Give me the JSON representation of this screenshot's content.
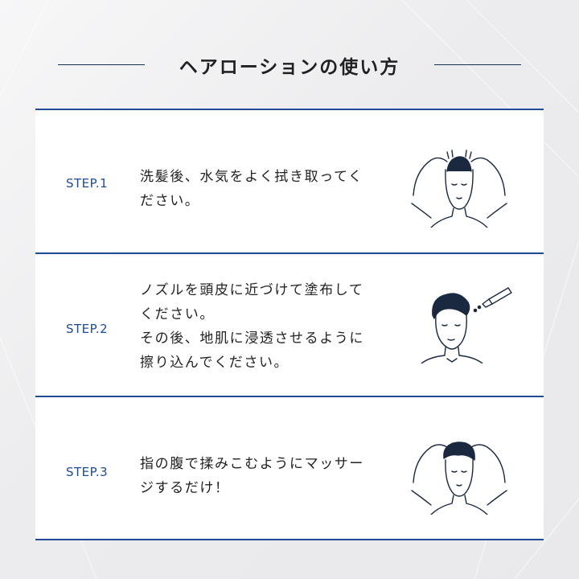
{
  "title": "ヘアローションの使い方",
  "colors": {
    "accent": "#1e4c96",
    "title_line": "#1a2f55",
    "text": "#222222"
  },
  "steps": [
    {
      "label": "STEP.1",
      "lines": [
        "洗髪後、水気をよく拭き取ってく",
        "ださい。"
      ],
      "illustration": "towel-drying-hair-icon"
    },
    {
      "label": "STEP.2",
      "lines": [
        "ノズルを頭皮に近づけて塗布して",
        "ください。",
        "その後、地肌に浸透させるように",
        "擦り込んでください。"
      ],
      "illustration": "nozzle-application-icon"
    },
    {
      "label": "STEP.3",
      "lines": [
        "指の腹で揉みこむようにマッサー",
        "ジするだけ！"
      ],
      "illustration": "scalp-massage-icon"
    }
  ]
}
